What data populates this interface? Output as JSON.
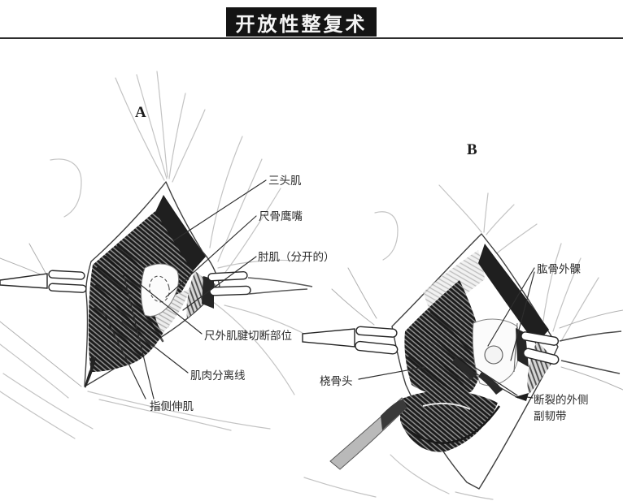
{
  "header": {
    "title": "开放性整复术"
  },
  "figures": {
    "a": {
      "letter": "A",
      "labels": {
        "triceps": "三头肌",
        "olecranon": "尺骨鹰嘴",
        "anconeus": "肘肌（分开的）",
        "ecu_tenotomy_site": "尺外肌腱切断部位",
        "muscle_separation_line": "肌肉分离线",
        "digital_extensor": "指侧伸肌"
      }
    },
    "b": {
      "letter": "B",
      "labels": {
        "lateral_condyle_humerus": "肱骨外髁",
        "radial_head": "桡骨头",
        "torn_lateral_line1": "断裂的外侧",
        "torn_lateral_line2": "副韧带"
      }
    }
  },
  "colors": {
    "header_bar": "#141414",
    "header_text": "#f5f5f5",
    "ink_dark": "#1f1f1f",
    "ink_leader": "#2e2e2e",
    "pencil_faint": "#c3c3c3"
  }
}
